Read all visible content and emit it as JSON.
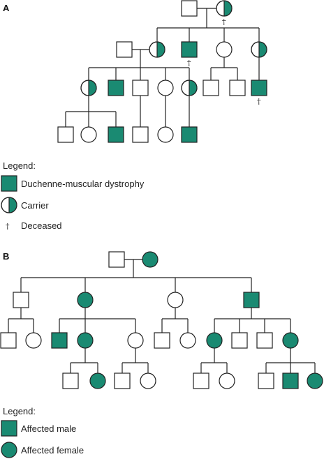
{
  "panels": [
    {
      "letter": "A"
    },
    {
      "letter": "B"
    }
  ],
  "colors": {
    "affected": "#1a8a72",
    "line": "#222222",
    "unaffected": "#ffffff"
  },
  "legend_a": {
    "title": "Legend:",
    "items": [
      {
        "symbol": "affected-square",
        "label": "Duchenne-muscular dystrophy"
      },
      {
        "symbol": "carrier-circle",
        "label": "Carrier"
      },
      {
        "symbol": "dagger",
        "glyph": "†",
        "label": "Deceased"
      }
    ]
  },
  "legend_b": {
    "title": "Legend:",
    "items": [
      {
        "symbol": "affected-square",
        "label": "Affected male"
      },
      {
        "symbol": "affected-circle",
        "label": "Affected female"
      }
    ]
  },
  "deceased_glyph": "†",
  "pedigree_a": {
    "generations": [
      [
        {
          "id": "a1",
          "sex": "male",
          "status": "unaffected"
        },
        {
          "id": "a2",
          "sex": "female",
          "status": "carrier",
          "deceased": true
        }
      ],
      [
        {
          "id": "a3",
          "sex": "male",
          "status": "unaffected"
        },
        {
          "id": "a4",
          "sex": "female",
          "status": "carrier"
        },
        {
          "id": "a5",
          "sex": "male",
          "status": "affected",
          "deceased": true
        },
        {
          "id": "a6",
          "sex": "female",
          "status": "unaffected"
        },
        {
          "id": "a7",
          "sex": "female",
          "status": "carrier"
        }
      ],
      [
        {
          "id": "a8",
          "sex": "female",
          "status": "carrier"
        },
        {
          "id": "a9",
          "sex": "male",
          "status": "affected"
        },
        {
          "id": "a10",
          "sex": "male",
          "status": "unaffected"
        },
        {
          "id": "a11",
          "sex": "female",
          "status": "unaffected"
        },
        {
          "id": "a12",
          "sex": "female",
          "status": "carrier"
        },
        {
          "id": "a13",
          "sex": "male",
          "status": "unaffected"
        },
        {
          "id": "a14",
          "sex": "male",
          "status": "unaffected"
        },
        {
          "id": "a15",
          "sex": "male",
          "status": "affected",
          "deceased": true
        }
      ],
      [
        {
          "id": "a16",
          "sex": "male",
          "status": "unaffected"
        },
        {
          "id": "a17",
          "sex": "female",
          "status": "unaffected"
        },
        {
          "id": "a18",
          "sex": "male",
          "status": "affected"
        },
        {
          "id": "a19",
          "sex": "male",
          "status": "unaffected"
        },
        {
          "id": "a20",
          "sex": "female",
          "status": "unaffected"
        },
        {
          "id": "a21",
          "sex": "male",
          "status": "affected"
        }
      ]
    ]
  },
  "pedigree_b": {
    "generations": [
      [
        {
          "id": "b1",
          "sex": "male",
          "status": "unaffected"
        },
        {
          "id": "b2",
          "sex": "female",
          "status": "affected"
        }
      ],
      [
        {
          "id": "b3",
          "sex": "male",
          "status": "unaffected"
        },
        {
          "id": "b4",
          "sex": "female",
          "status": "affected"
        },
        {
          "id": "b5",
          "sex": "female",
          "status": "unaffected"
        },
        {
          "id": "b6",
          "sex": "male",
          "status": "affected"
        }
      ],
      [
        {
          "id": "b7",
          "sex": "male",
          "status": "unaffected"
        },
        {
          "id": "b8",
          "sex": "female",
          "status": "unaffected"
        },
        {
          "id": "b9",
          "sex": "male",
          "status": "affected"
        },
        {
          "id": "b10",
          "sex": "female",
          "status": "affected"
        },
        {
          "id": "b11",
          "sex": "female",
          "status": "unaffected"
        },
        {
          "id": "b12",
          "sex": "male",
          "status": "unaffected"
        },
        {
          "id": "b13",
          "sex": "female",
          "status": "unaffected"
        },
        {
          "id": "b14",
          "sex": "female",
          "status": "affected"
        },
        {
          "id": "b15",
          "sex": "male",
          "status": "unaffected"
        },
        {
          "id": "b16",
          "sex": "male",
          "status": "unaffected"
        },
        {
          "id": "b17",
          "sex": "female",
          "status": "affected"
        }
      ],
      [
        {
          "id": "b18",
          "sex": "male",
          "status": "unaffected"
        },
        {
          "id": "b19",
          "sex": "female",
          "status": "affected"
        },
        {
          "id": "b20",
          "sex": "male",
          "status": "unaffected"
        },
        {
          "id": "b21",
          "sex": "female",
          "status": "unaffected"
        },
        {
          "id": "b22",
          "sex": "male",
          "status": "unaffected"
        },
        {
          "id": "b23",
          "sex": "female",
          "status": "unaffected"
        },
        {
          "id": "b24",
          "sex": "male",
          "status": "unaffected"
        },
        {
          "id": "b25",
          "sex": "male",
          "status": "affected"
        },
        {
          "id": "b26",
          "sex": "female",
          "status": "affected"
        }
      ]
    ]
  }
}
